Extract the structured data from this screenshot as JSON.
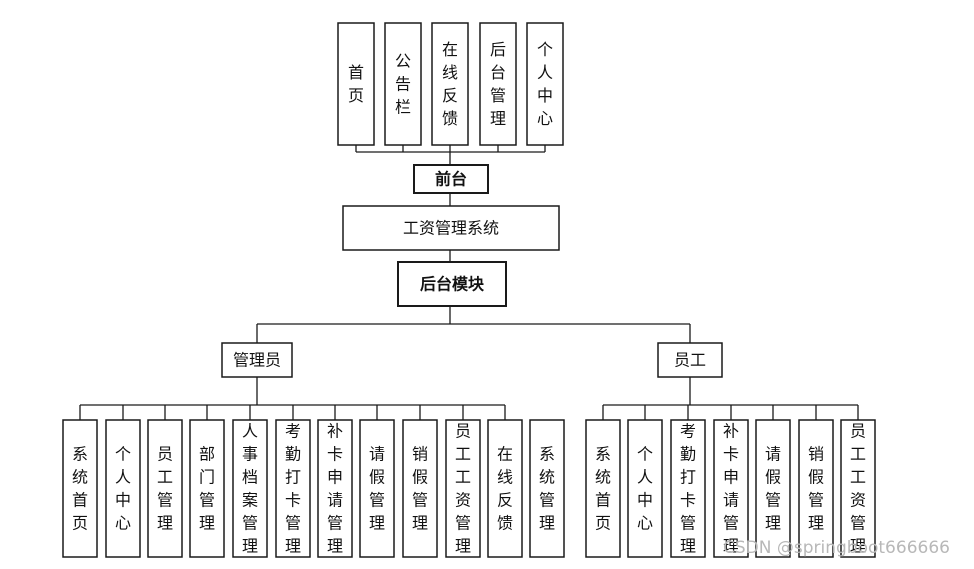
{
  "watermark": "CSDN @springboot666666",
  "nodes": {
    "front_pages": [
      {
        "id": "home",
        "label": "首页"
      },
      {
        "id": "notice",
        "label": "公告栏"
      },
      {
        "id": "feedback",
        "label": "在线反馈"
      },
      {
        "id": "admin-entry",
        "label": "后台管理"
      },
      {
        "id": "personal",
        "label": "个人中心"
      }
    ],
    "frontend": {
      "id": "frontend",
      "label": "前台"
    },
    "system": {
      "id": "system",
      "label": "工资管理系统"
    },
    "backend": {
      "id": "backend",
      "label": "后台模块"
    },
    "admin": {
      "id": "admin",
      "label": "管理员"
    },
    "employee": {
      "id": "employee",
      "label": "员工"
    },
    "admin_modules": [
      {
        "id": "a-home",
        "label": "系统首页"
      },
      {
        "id": "a-personal",
        "label": "个人中心"
      },
      {
        "id": "a-staff",
        "label": "员工管理"
      },
      {
        "id": "a-dept",
        "label": "部门管理"
      },
      {
        "id": "a-hr",
        "label": "人事档案管理"
      },
      {
        "id": "a-attend",
        "label": "考勤打卡管理"
      },
      {
        "id": "a-makeup",
        "label": "补卡申请管理"
      },
      {
        "id": "a-leave",
        "label": "请假管理"
      },
      {
        "id": "a-cancel",
        "label": "销假管理"
      },
      {
        "id": "a-salary",
        "label": "员工工资管理"
      },
      {
        "id": "a-feedback",
        "label": "在线反馈"
      },
      {
        "id": "a-system",
        "label": "系统管理"
      }
    ],
    "employee_modules": [
      {
        "id": "e-home",
        "label": "系统首页"
      },
      {
        "id": "e-personal",
        "label": "个人中心"
      },
      {
        "id": "e-attend",
        "label": "考勤打卡管理"
      },
      {
        "id": "e-makeup",
        "label": "补卡申请管理"
      },
      {
        "id": "e-leave",
        "label": "请假管理"
      },
      {
        "id": "e-cancel",
        "label": "销假管理"
      },
      {
        "id": "e-salary",
        "label": "员工工资管理"
      }
    ]
  }
}
